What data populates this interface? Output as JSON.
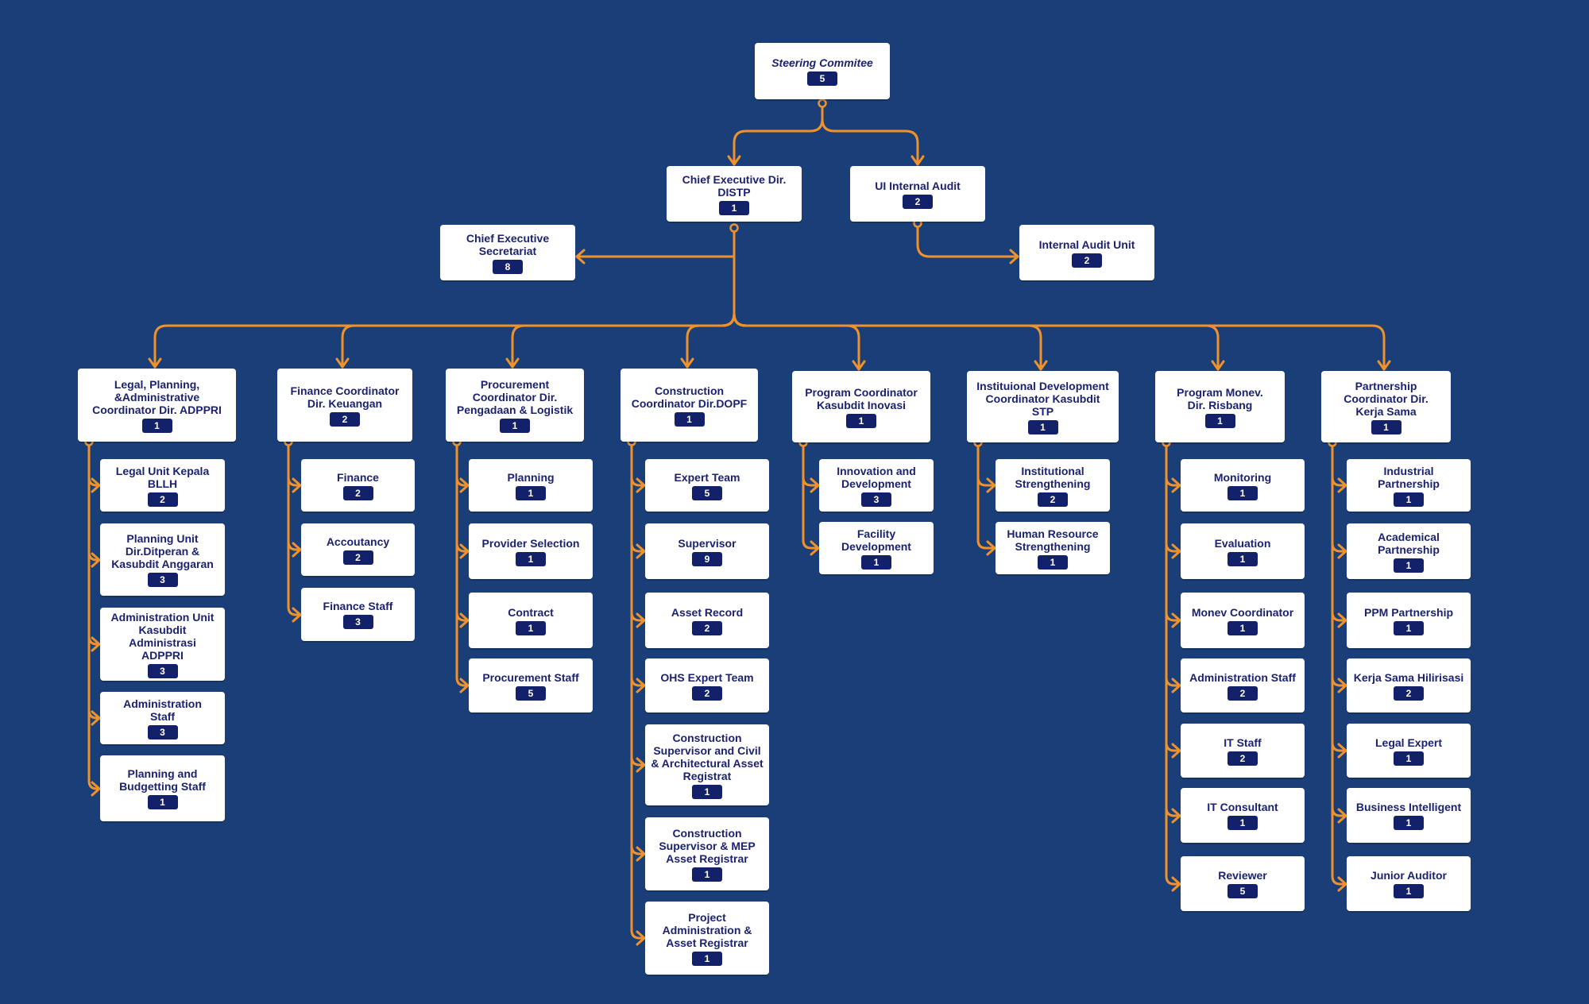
{
  "colors": {
    "background": "#1a3f78",
    "connector": "#f0922b",
    "badge": "#13216b",
    "text": "#1b2270",
    "box": "#ffffff"
  },
  "steering": {
    "label": "Steering Commitee",
    "count": "5"
  },
  "chief_executive": {
    "label": "Chief Executive Dir.\nDISTP",
    "count": "1"
  },
  "ui_internal_audit": {
    "label": "UI Internal Audit",
    "count": "2"
  },
  "secretariat": {
    "label": "Chief Executive\nSecretariat",
    "count": "8"
  },
  "internal_audit_unit": {
    "label": "Internal Audit Unit",
    "count": "2"
  },
  "coordinators": [
    {
      "label": "Legal, Planning,\n&Administrative\nCoordinator Dir. ADPPRI",
      "count": "1",
      "children": [
        {
          "label": "Legal Unit Kepala\nBLLH",
          "count": "2"
        },
        {
          "label": "Planning Unit\nDir.Ditperan &\nKasubdit Anggaran",
          "count": "3"
        },
        {
          "label": "Administration Unit\nKasubdit\nAdministrasi\nADPPRI",
          "count": "3"
        },
        {
          "label": "Administration\nStaff",
          "count": "3"
        },
        {
          "label": "Planning and\nBudgetting Staff",
          "count": "1"
        }
      ]
    },
    {
      "label": "Finance Coordinator\nDir. Keuangan",
      "count": "2",
      "children": [
        {
          "label": "Finance",
          "count": "2"
        },
        {
          "label": "Accoutancy",
          "count": "2"
        },
        {
          "label": "Finance Staff",
          "count": "3"
        }
      ]
    },
    {
      "label": "Procurement\nCoordinator Dir.\nPengadaan & Logistik",
      "count": "1",
      "children": [
        {
          "label": "Planning",
          "count": "1"
        },
        {
          "label": "Provider Selection",
          "count": "1"
        },
        {
          "label": "Contract",
          "count": "1"
        },
        {
          "label": "Procurement Staff",
          "count": "5"
        }
      ]
    },
    {
      "label": "Construction\nCoordinator Dir.DOPF",
      "count": "1",
      "children": [
        {
          "label": "Expert Team",
          "count": "5"
        },
        {
          "label": "Supervisor",
          "count": "9"
        },
        {
          "label": "Asset Record",
          "count": "2"
        },
        {
          "label": "OHS Expert Team",
          "count": "2"
        },
        {
          "label": "Construction\nSupervisor and Civil\n& Architectural Asset\nRegistrat",
          "count": "1"
        },
        {
          "label": "Construction\nSupervisor & MEP\nAsset Registrar",
          "count": "1"
        },
        {
          "label": "Project\nAdministration &\nAsset Registrar",
          "count": "1"
        }
      ]
    },
    {
      "label": "Program Coordinator\nKasubdit Inovasi",
      "count": "1",
      "children": [
        {
          "label": "Innovation and\nDevelopment",
          "count": "3"
        },
        {
          "label": "Facility\nDevelopment",
          "count": "1"
        }
      ]
    },
    {
      "label": "Instituional Development\nCoordinator Kasubdit\nSTP",
      "count": "1",
      "children": [
        {
          "label": "Institutional\nStrengthening",
          "count": "2"
        },
        {
          "label": "Human Resource\nStrengthening",
          "count": "1"
        }
      ]
    },
    {
      "label": "Program Monev.\nDir. Risbang",
      "count": "1",
      "children": [
        {
          "label": "Monitoring",
          "count": "1"
        },
        {
          "label": "Evaluation",
          "count": "1"
        },
        {
          "label": "Monev Coordinator",
          "count": "1"
        },
        {
          "label": "Administration Staff",
          "count": "2"
        },
        {
          "label": "IT Staff",
          "count": "2"
        },
        {
          "label": "IT Consultant",
          "count": "1"
        },
        {
          "label": "Reviewer",
          "count": "5"
        }
      ]
    },
    {
      "label": "Partnership\nCoordinator Dir.\nKerja Sama",
      "count": "1",
      "children": [
        {
          "label": "Industrial Partnership",
          "count": "1"
        },
        {
          "label": "Academical\nPartnership",
          "count": "1"
        },
        {
          "label": "PPM Partnership",
          "count": "1"
        },
        {
          "label": "Kerja Sama Hilirisasi",
          "count": "2"
        },
        {
          "label": "Legal Expert",
          "count": "1"
        },
        {
          "label": "Business Intelligent",
          "count": "1"
        },
        {
          "label": "Junior Auditor",
          "count": "1"
        }
      ]
    }
  ]
}
